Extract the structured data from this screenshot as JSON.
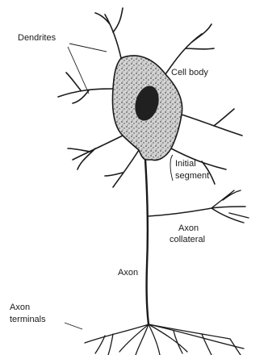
{
  "labels": {
    "dendrites": "Dendrites",
    "cell_body": "Cell body",
    "initial_segment_line1": "Initial",
    "initial_segment_line2": "segment",
    "axon_collateral_line1": "Axon",
    "axon_collateral_line2": "collateral",
    "axon": "Axon",
    "axon_terminals_line1": "Axon",
    "axon_terminals_line2": "terminals"
  },
  "colors": {
    "ink": "#1a1a1a",
    "cell_fill": "#b8b8b8",
    "nucleus": "#202020",
    "background": "#ffffff"
  }
}
